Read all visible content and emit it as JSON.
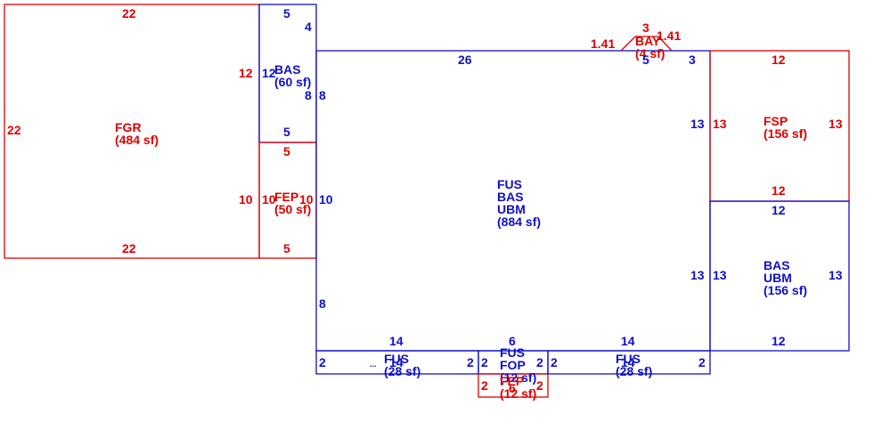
{
  "colors": {
    "red": "#e00000",
    "blue": "#1010c8"
  },
  "areas": {
    "fgr": {
      "lines": [
        "FGR",
        "(484 sf)"
      ],
      "color": "red"
    },
    "bas_small": {
      "lines": [
        "BAS",
        "(60 sf)"
      ],
      "color": "blue"
    },
    "fep": {
      "lines": [
        "FEP",
        "(50 sf)"
      ],
      "color": "red"
    },
    "main": {
      "lines": [
        "FUS",
        "BAS",
        "UBM",
        "(884 sf)"
      ],
      "color": "blue"
    },
    "bay": {
      "lines": [
        "BAY",
        "(4 sf)"
      ],
      "color": "red"
    },
    "fsp": {
      "lines": [
        "FSP",
        "(156 sf)"
      ],
      "color": "red"
    },
    "bas_ubm_right": {
      "lines": [
        "BAS",
        "UBM",
        "(156 sf)"
      ],
      "color": "blue"
    },
    "fus_left": {
      "lines": [
        "FUS",
        "(28 sf)"
      ],
      "color": "blue"
    },
    "fus_fop": {
      "lines": [
        "FUS",
        "FOP",
        "(12 sf)"
      ],
      "color": "blue"
    },
    "fep_bottom": {
      "lines": [
        "FEP",
        "(12 sf)"
      ],
      "color": "red"
    },
    "fus_right": {
      "lines": [
        "FUS",
        "(28 sf)"
      ],
      "color": "blue"
    }
  },
  "dimensions": {
    "fgr_top": "22",
    "fgr_left": "22",
    "fgr_right": "12",
    "fgr_right2": "10",
    "fgr_bottom": "22",
    "bas_top": "5",
    "bas_topright": "4",
    "bas_left": "12",
    "bas_right": "8",
    "bas_bottom": "5",
    "fep_top": "5",
    "fep_left": "10",
    "fep_right": "10",
    "fep_bottom": "5",
    "main_top": "26",
    "main_left_upper": "8",
    "main_left_mid": "10",
    "main_left_lower": "8",
    "main_right_upper": "13",
    "main_right_lower": "13",
    "main_bay_gap": "5",
    "main_top_right": "3",
    "bay_top": "3",
    "bay_left": "1.41",
    "bay_right": "1.41",
    "fsp_top": "12",
    "fsp_left": "13",
    "fsp_right": "13",
    "fsp_bottom": "12",
    "rb_top": "12",
    "rb_left": "13",
    "rb_right": "13",
    "rb_bottom": "12",
    "bl_top": "14",
    "bl_left": "2",
    "bl_right": "2",
    "bl_bottom": "14",
    "bm_top": "6",
    "bm_left": "2",
    "bm_right": "2",
    "fepb_left": "2",
    "fepb_right": "2",
    "fepb_bottom": "6",
    "br_top": "14",
    "br_left": "2",
    "br_right": "2",
    "br_bottom": "14"
  },
  "artifacts": {
    "dots": "..."
  }
}
